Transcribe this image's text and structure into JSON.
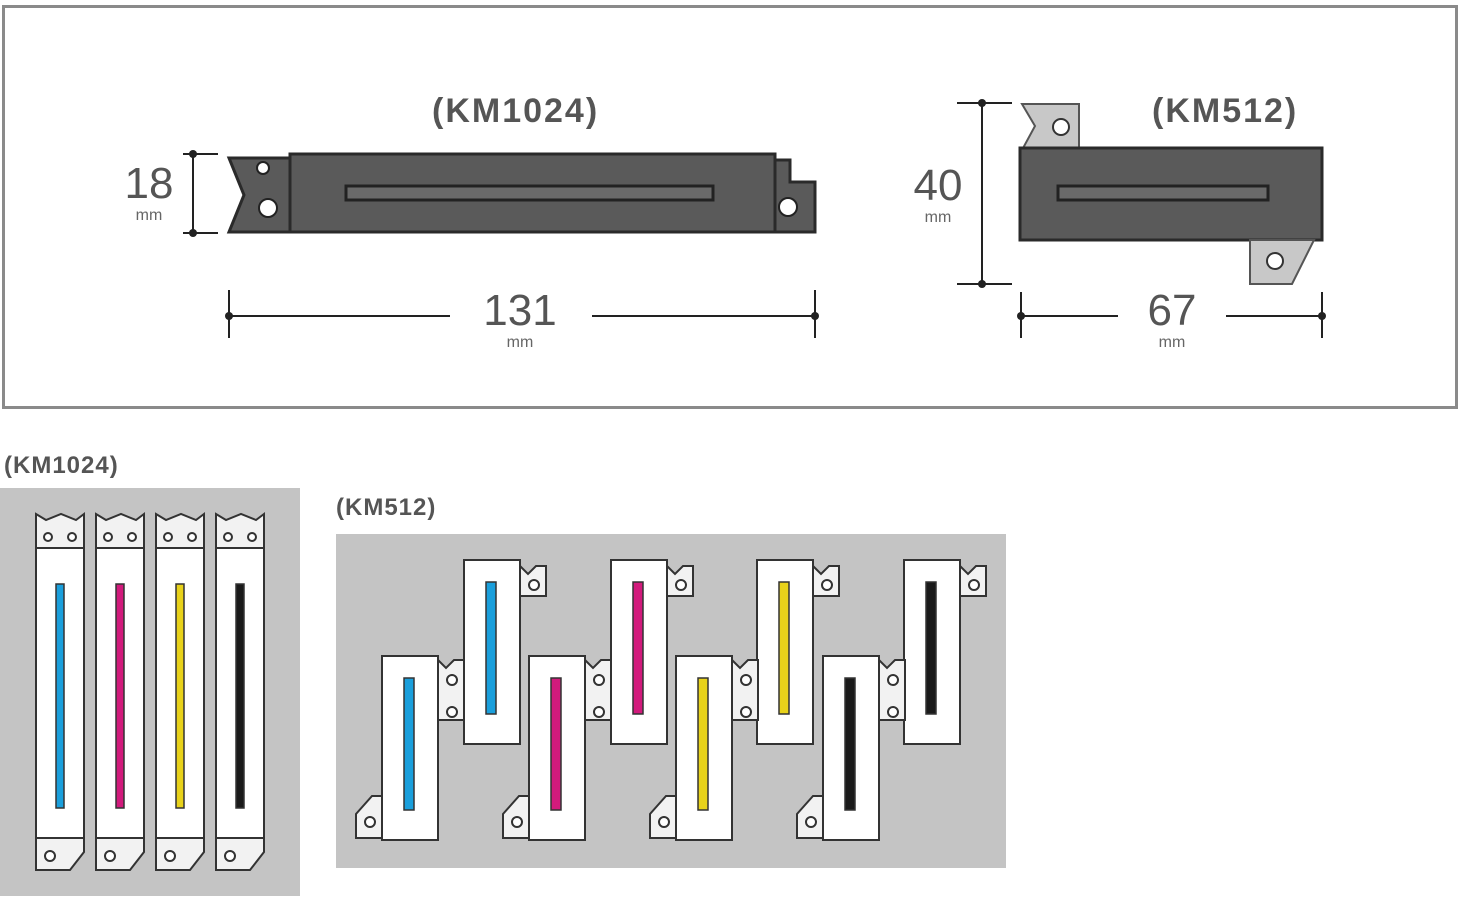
{
  "top_diagram": {
    "km1024": {
      "title": "(KM1024)",
      "height_value": "18",
      "height_unit": "mm",
      "width_value": "131",
      "width_unit": "mm"
    },
    "km512": {
      "title": "(KM512)",
      "height_value": "40",
      "height_unit": "mm",
      "width_value": "67",
      "width_unit": "mm"
    }
  },
  "layouts": {
    "km1024": {
      "title": "(KM1024)",
      "strip_colors": [
        "#1a9fdc",
        "#d21a7c",
        "#e8d21a",
        "#1a1a1a"
      ]
    },
    "km512": {
      "title": "(KM512)",
      "strip_colors": [
        "#1a9fdc",
        "#d21a7c",
        "#e8d21a",
        "#1a1a1a"
      ]
    }
  },
  "colors": {
    "head_fill": "#5a5a5a",
    "head_stroke": "#2a2a2a",
    "bracket_fill": "#c8c8c8",
    "panel_bg": "#c4c4c4",
    "frame_border": "#8a8a8a"
  }
}
